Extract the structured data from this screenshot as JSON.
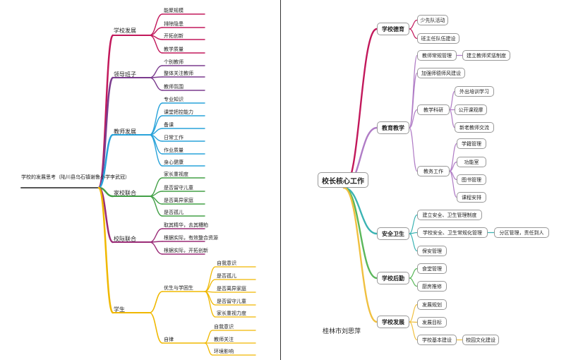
{
  "left": {
    "root": "学校的发展思考（陆川县乌石镇谢鲁小学李武冠）",
    "branches": [
      {
        "label": "学校发展",
        "items": [
          "能聚规模",
          "排除隐患",
          "开拓创新",
          "教学质量"
        ]
      },
      {
        "label": "领导班子",
        "items": [
          "个别教师",
          "整体关注教师",
          "教师氛围"
        ]
      },
      {
        "label": "教师发展",
        "items": [
          "专业知识",
          "课堂把控能力",
          "备课",
          "日常工作",
          "作业质量",
          "身心健康"
        ]
      },
      {
        "label": "家校联合",
        "items": [
          "家长重视度",
          "是否留守儿童",
          "是否离异家庭",
          "是否孤儿"
        ]
      },
      {
        "label": "校际联合",
        "items": [
          "取其精华，去其糟粕",
          "根据实际，有效整合资源",
          "根据实际，开拓创新"
        ]
      },
      {
        "label": "学生",
        "groups": [
          {
            "label": "优生与学困生",
            "items": [
              "自我意识",
              "是否孤儿",
              "是否离异家庭",
              "是否留守儿童",
              "家长重视力度"
            ]
          },
          {
            "label": "自律",
            "items": [
              "自我意识",
              "教师关注",
              "环境影响"
            ]
          }
        ]
      }
    ]
  },
  "right": {
    "root": "校长核心工作",
    "branches": [
      {
        "label": "学校德育",
        "items": [
          "少先队活动",
          "班主任队伍建设"
        ]
      },
      {
        "label": "教育教学",
        "items": [
          "教师常规管理",
          "建立教师奖惩制度",
          "加强师德师风建设",
          "教学科研",
          "外出培训学习",
          "公开课观摩",
          "新老教师交流",
          "教务工作",
          "学籍管理",
          "功能室",
          "图书管理",
          "课程安排"
        ]
      },
      {
        "label": "安全卫生",
        "items": [
          "建立安全、卫生管理制度",
          "学校安全、卫生常规化管理",
          "分区管理，责任到人",
          "保安管理"
        ]
      },
      {
        "label": "学校后勤",
        "items": [
          "食堂管理",
          "厨房推修"
        ]
      },
      {
        "label": "学校发展",
        "items": [
          "发展规划",
          "发展目标",
          "学校基本建设",
          "校园文化建设"
        ]
      }
    ],
    "author": "桂林市刘思萍"
  },
  "colors": {
    "left": [
      "#c2185b",
      "#7b3c8e",
      "#29a3da",
      "#43a047",
      "#9a2b77",
      "#f0b800"
    ],
    "right": [
      "#c2185b",
      "#b07cc6",
      "#3bb3b3",
      "#5bb75b",
      "#f0c040"
    ],
    "text": "#222222"
  }
}
